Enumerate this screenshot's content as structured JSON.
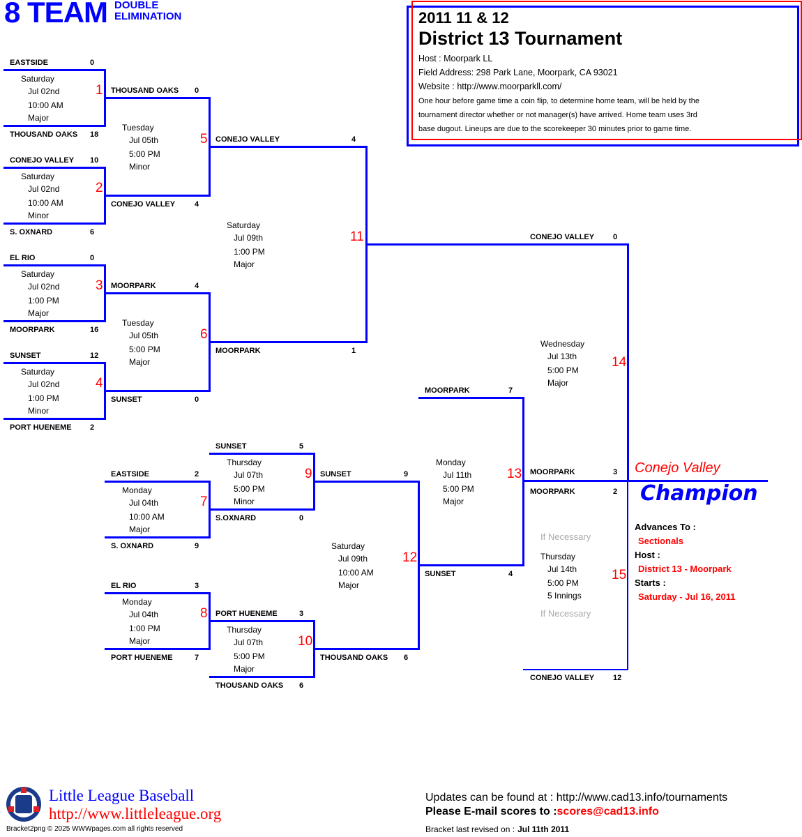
{
  "header": {
    "title_big": "8 TEAM",
    "title_sub_line1": "DOUBLE",
    "title_sub_line2": "ELIMINATION",
    "year_division": "2011 11 & 12",
    "tournament_name": "District 13 Tournament",
    "host": "Host : Moorpark LL",
    "field_address": "Field Address: 298 Park Lane, Moorpark, CA 93021",
    "website": "Website : http://www.moorparkll.com/",
    "notes": [
      "One hour before game time a coin flip, to determine home team, will be held by the",
      "tournament director whether or not manager(s) have arrived. Home team uses 3rd",
      "base dugout. Lineups are due to the scorekeeper 30 minutes prior to game time."
    ]
  },
  "games": {
    "g1": {
      "num": "1",
      "top": {
        "team": "EASTSIDE",
        "score": "0"
      },
      "bottom": {
        "team": "THOUSAND OAKS",
        "score": "18"
      },
      "day": "Saturday",
      "date": "Jul 02nd",
      "time": "10:00 AM",
      "field": "Major"
    },
    "g2": {
      "num": "2",
      "top": {
        "team": "CONEJO VALLEY",
        "score": "10"
      },
      "bottom": {
        "team": "S. OXNARD",
        "score": "6"
      },
      "day": "Saturday",
      "date": "Jul 02nd",
      "time": "10:00 AM",
      "field": "Minor"
    },
    "g3": {
      "num": "3",
      "top": {
        "team": "EL RIO",
        "score": "0"
      },
      "bottom": {
        "team": "MOORPARK",
        "score": "16"
      },
      "day": "Saturday",
      "date": "Jul 02nd",
      "time": "1:00 PM",
      "field": "Major"
    },
    "g4": {
      "num": "4",
      "top": {
        "team": "SUNSET",
        "score": "12"
      },
      "bottom": {
        "team": "PORT HUENEME",
        "score": "2"
      },
      "day": "Saturday",
      "date": "Jul 02nd",
      "time": "1:00 PM",
      "field": "Minor"
    },
    "g5": {
      "num": "5",
      "top": {
        "team": "THOUSAND OAKS",
        "score": "0"
      },
      "bottom": {
        "team": "CONEJO VALLEY",
        "score": "4"
      },
      "day": "Tuesday",
      "date": "Jul 05th",
      "time": "5:00 PM",
      "field": "Minor"
    },
    "g6": {
      "num": "6",
      "top": {
        "team": "MOORPARK",
        "score": "4"
      },
      "bottom": {
        "team": "SUNSET",
        "score": "0"
      },
      "day": "Tuesday",
      "date": "Jul 05th",
      "time": "5:00 PM",
      "field": "Major"
    },
    "g7": {
      "num": "7",
      "top": {
        "team": "EASTSIDE",
        "score": "2"
      },
      "bottom": {
        "team": "S. OXNARD",
        "score": "9"
      },
      "day": "Monday",
      "date": "Jul 04th",
      "time": "10:00 AM",
      "field": "Major"
    },
    "g8": {
      "num": "8",
      "top": {
        "team": "EL RIO",
        "score": "3"
      },
      "bottom": {
        "team": "PORT HUENEME",
        "score": "7"
      },
      "day": "Monday",
      "date": "Jul 04th",
      "time": "1:00 PM",
      "field": "Major"
    },
    "g9": {
      "num": "9",
      "top": {
        "team": "SUNSET",
        "score": "5"
      },
      "bottom": {
        "team": "S.OXNARD",
        "score": "0"
      },
      "day": "Thursday",
      "date": "Jul 07th",
      "time": "5:00 PM",
      "field": "Minor"
    },
    "g10": {
      "num": "10",
      "top": {
        "team": "PORT HUENEME",
        "score": "3"
      },
      "bottom": {
        "team": "THOUSAND OAKS",
        "score": "6"
      },
      "day": "Thursday",
      "date": "Jul 07th",
      "time": "5:00 PM",
      "field": "Major"
    },
    "g11": {
      "num": "11",
      "top": {
        "team": "CONEJO VALLEY",
        "score": "4"
      },
      "bottom": {
        "team": "MOORPARK",
        "score": "1"
      },
      "day": "Saturday",
      "date": "Jul 09th",
      "time": "1:00 PM",
      "field": "Major"
    },
    "g12": {
      "num": "12",
      "top": {
        "team": "SUNSET",
        "score": "9"
      },
      "bottom": {
        "team": "THOUSAND OAKS",
        "score": "6"
      },
      "day": "Saturday",
      "date": "Jul 09th",
      "time": "10:00 AM",
      "field": "Major"
    },
    "g13": {
      "num": "13",
      "top": {
        "team": "MOORPARK",
        "score": "7"
      },
      "bottom": {
        "team": "SUNSET",
        "score": "4"
      },
      "day": "Monday",
      "date": "Jul 11th",
      "time": "5:00 PM",
      "field": "Major"
    },
    "g14": {
      "num": "14",
      "top": {
        "team": "CONEJO VALLEY",
        "score": "0"
      },
      "bottom": {
        "team": "MOORPARK",
        "score": "3"
      },
      "day": "Wednesday",
      "date": "Jul 13th",
      "time": "5:00 PM",
      "field": "Major"
    },
    "g15": {
      "num": "15",
      "top": {
        "team": "MOORPARK",
        "score": "2"
      },
      "bottom": {
        "team": "CONEJO VALLEY",
        "score": "12"
      },
      "day": "Thursday",
      "date": "Jul 14th",
      "time": "5:00 PM",
      "field": "5 Innings",
      "if_necessary_top": "If Necessary",
      "if_necessary_bottom": "If Necessary"
    }
  },
  "champion": {
    "team": "Conejo Valley",
    "label": "Champion",
    "advances_label": "Advances To :",
    "advances_value": "Sectionals",
    "host_label": "Host :",
    "host_value": "District 13 - Moorpark",
    "starts_label": "Starts :",
    "starts_value": "Saturday - Jul 16, 2011"
  },
  "footer": {
    "ll_name": "Little League Baseball",
    "ll_url": "http://www.littleleague.org",
    "copyright": "Bracket2png © 2025 WWWpages.com all rights reserved",
    "updates": "Updates can be found at : http://www.cad13.info/tournaments",
    "email_label": "Please E-mail scores to :",
    "email": "scores@cad13.info",
    "revised_label": "Bracket last revised on :",
    "revised_date": "Jul 11th 2011"
  },
  "colors": {
    "line": "#0000ff",
    "game_number": "#ff0000",
    "accent_red": "#ff0000"
  }
}
